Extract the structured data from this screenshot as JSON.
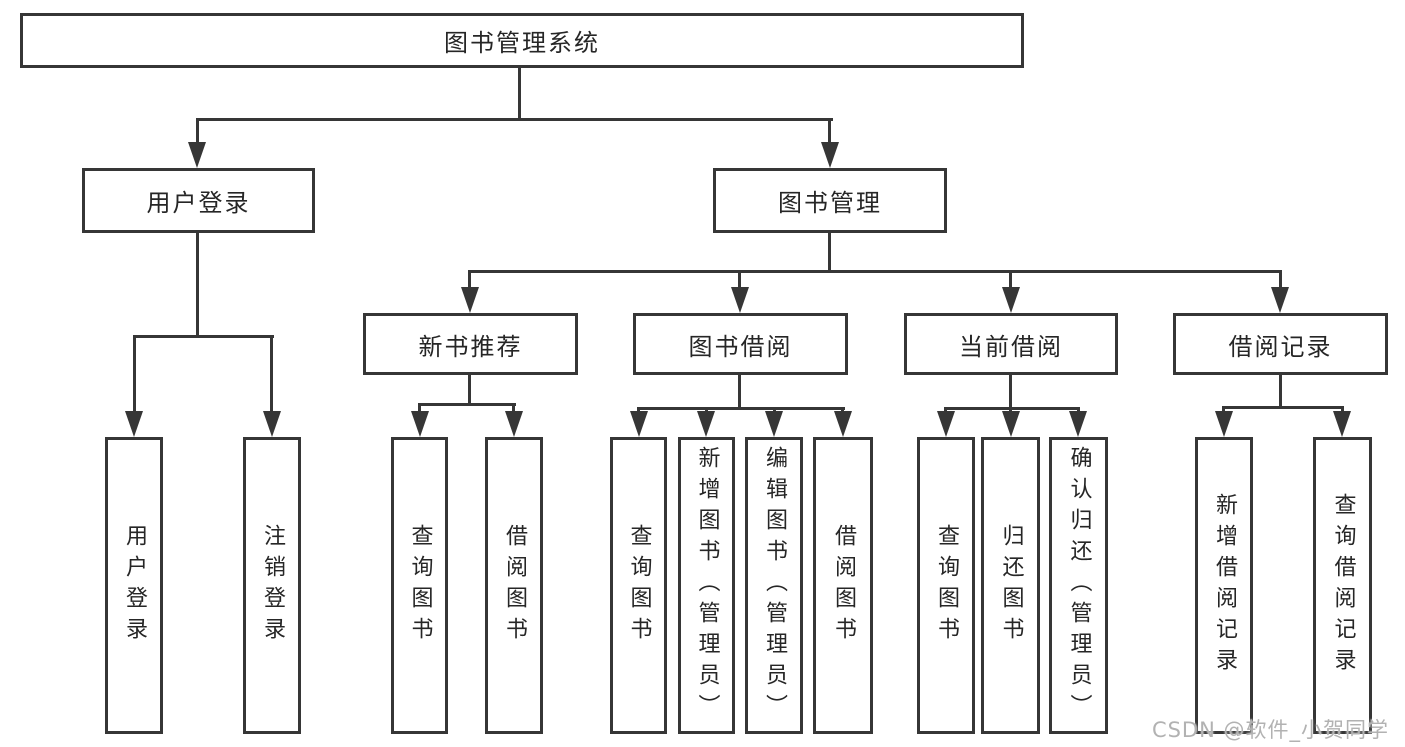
{
  "diagram": {
    "root_label": "图书管理系统",
    "branches": [
      {
        "label": "用户登录",
        "children": [
          "用户登录",
          "注销登录"
        ]
      },
      {
        "label": "图书管理",
        "sections": [
          {
            "label": "新书推荐",
            "children": [
              "查询图书",
              "借阅图书"
            ]
          },
          {
            "label": "图书借阅",
            "children": [
              "查询图书",
              "新增图书（管理员）",
              "编辑图书（管理员）",
              "借阅图书"
            ]
          },
          {
            "label": "当前借阅",
            "children": [
              "查询图书",
              "归还图书",
              "确认归还（管理员）"
            ]
          },
          {
            "label": "借阅记录",
            "children": [
              "新增借阅记录",
              "查询借阅记录"
            ]
          }
        ]
      }
    ],
    "watermark": "CSDN @软件_小贺同学",
    "colors": {
      "line": "#363636",
      "box_border": "#363636",
      "text": "#262626",
      "background": "#ffffff",
      "watermark": "#b2b2b2"
    }
  }
}
